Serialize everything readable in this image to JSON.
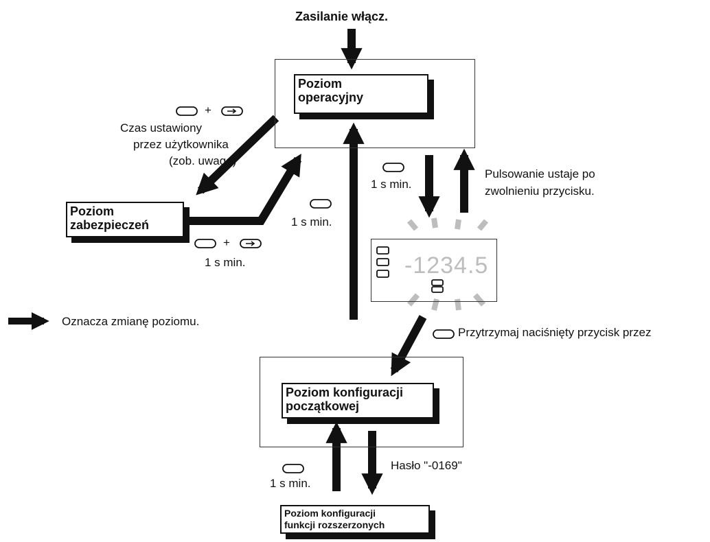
{
  "title": "Zasilanie włącz.",
  "levels": {
    "operation": [
      "Poziom",
      "operacyjny"
    ],
    "protect": [
      "Poziom",
      "zabezpieczeń"
    ],
    "initial": [
      "Poziom konfiguracji",
      "początkowej"
    ],
    "advanced": [
      "Poziom konfiguracji",
      "funkcji rozszerzonych"
    ]
  },
  "labels": {
    "time_set_by_user": [
      "Czas ustawiony",
      "przez użytkownika",
      "(zob. uwaga)"
    ],
    "one_s_min": "1 s min.",
    "blink_stops": [
      "Pulsowanie ustaje po",
      "zwolnieniu przycisku."
    ],
    "hold_key": "Przytrzymaj naciśnięty przycisk przez",
    "password": "Hasło \"-0169\"",
    "plus": "+",
    "legend": "Oznacza zmianę poziomu."
  },
  "display": {
    "value": "-1234.5"
  },
  "icons": [
    "level-key-icon",
    "mode-key-icon",
    "display-icon",
    "arrow-icon"
  ],
  "colors": {
    "arrow": "#111111",
    "blink": "#bdbdbd",
    "display_text": "#bdbdbd"
  }
}
